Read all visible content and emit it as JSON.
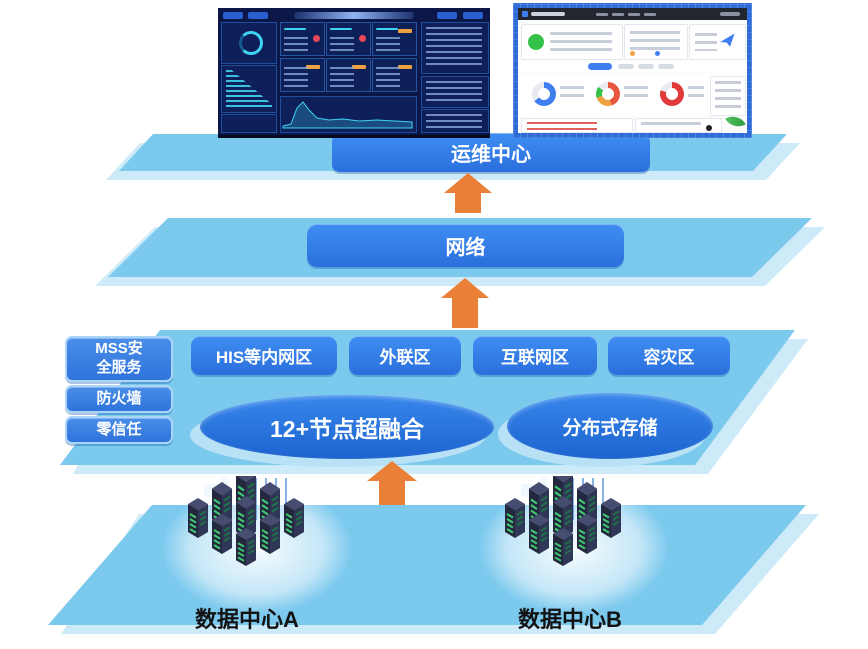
{
  "colors": {
    "layer_fill": "#7cc9ee",
    "layer_echo": "#cdeaf8",
    "node_blue_top": "#3f8ef2",
    "node_blue_bottom": "#2a6fdd",
    "ellipse_blue_top": "#3787ec",
    "ellipse_blue_bottom": "#1d63cf",
    "arrow_orange": "#ea8038",
    "datacenter_label_color": "#121212"
  },
  "ops_layer": {
    "button_label": "运维中心"
  },
  "network_layer": {
    "button_label": "网络"
  },
  "resource_layer": {
    "side_boxes": [
      {
        "lines": [
          "MSS安",
          "全服务"
        ]
      },
      {
        "lines": [
          "防火墙"
        ]
      },
      {
        "lines": [
          "零信任"
        ]
      }
    ],
    "zone_buttons": [
      "HIS等内网区",
      "外联区",
      "互联网区",
      "容灾区"
    ],
    "hyperconverged_label": "12+节点超融合",
    "storage_label": "分布式存储"
  },
  "datacenter_layer": {
    "label_a": "数据中心A",
    "label_b": "数据中心B"
  }
}
